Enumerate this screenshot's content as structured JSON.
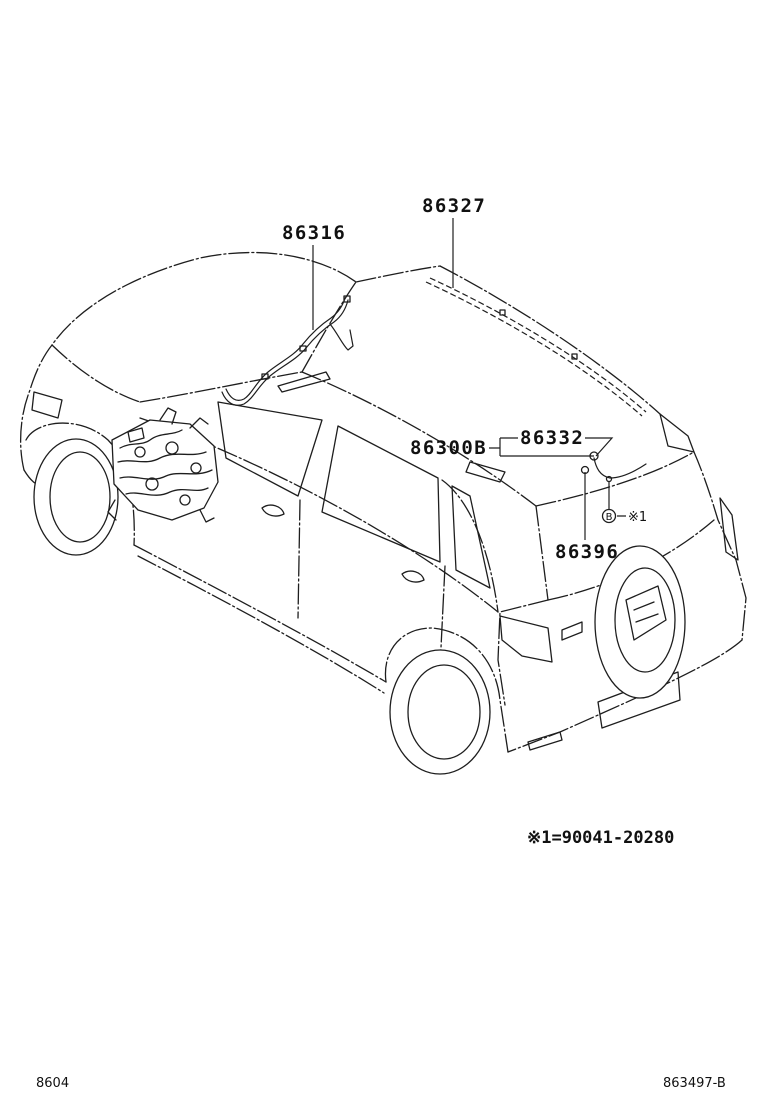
{
  "diagram": {
    "callouts": {
      "p86327": "86327",
      "p86316": "86316",
      "p86300b": "86300B",
      "p86332": "86332",
      "p86396": "86396"
    },
    "reference": {
      "circle_letter": "B",
      "mark": "※1"
    },
    "footnote": "※1=90041-20280",
    "footer": {
      "left_code": "8604",
      "right_code": "863497-B"
    }
  },
  "colors": {
    "line": "#1e1e1e",
    "background": "#ffffff"
  }
}
